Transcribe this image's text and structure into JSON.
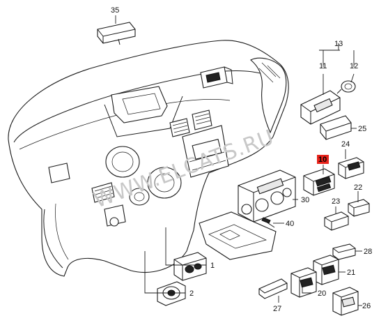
{
  "watermark": "WWW.ELCATS.RU",
  "callouts": {
    "c1": "1",
    "c2": "2",
    "c10": "10",
    "c11": "11",
    "c12": "12",
    "c13": "13",
    "c20": "20",
    "c21": "21",
    "c22": "22",
    "c23": "23",
    "c24": "24",
    "c25": "25",
    "c26": "26",
    "c27": "27",
    "c28": "28",
    "c30": "30",
    "c35": "35",
    "c40": "40"
  },
  "colors": {
    "highlight": "#e8231b",
    "line": "#1a1a1a",
    "watermark": "#c8c8c8"
  }
}
